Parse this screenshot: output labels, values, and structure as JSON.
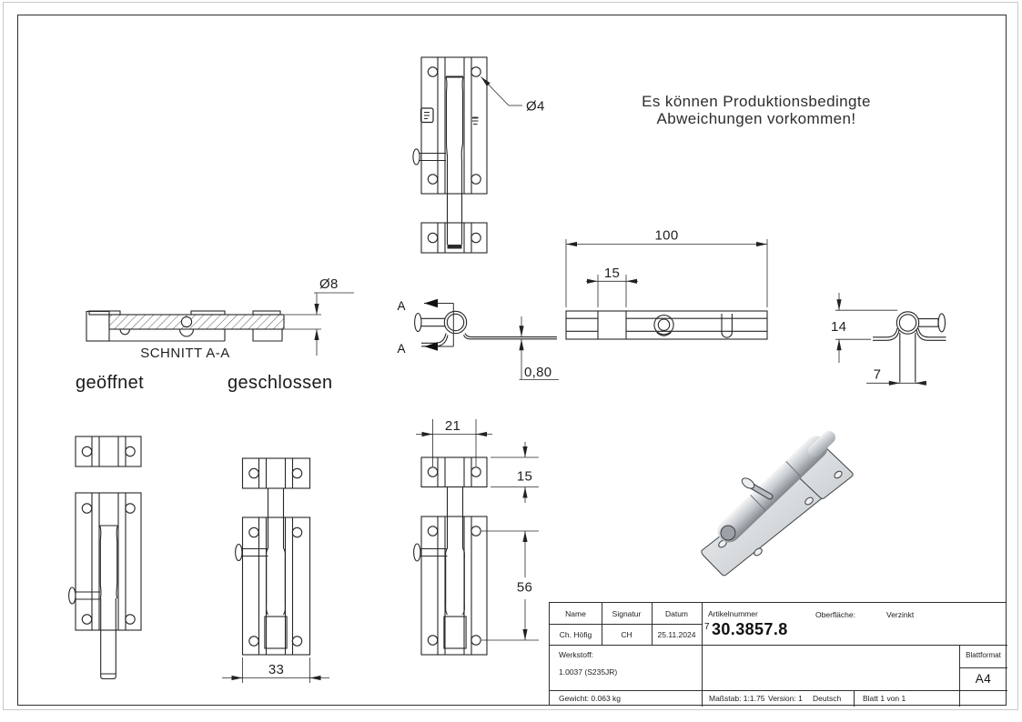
{
  "note": {
    "line1": "Es können Produktionsbedingte",
    "line2": "Abweichungen vorkommen!"
  },
  "labels": {
    "schnitt": "SCHNITT A-A",
    "section_arrow": "A",
    "open": "geöffnet",
    "closed": "geschlossen"
  },
  "dims": {
    "dia4": "Ø4",
    "dia8": "Ø8",
    "len100": "100",
    "neck15": "15",
    "h14": "14",
    "w7": "7",
    "t080": "0,80",
    "s21": "21",
    "k15": "15",
    "v56": "56",
    "w33": "33"
  },
  "titleblock": {
    "col_name": "Name",
    "col_signatur": "Signatur",
    "col_datum": "Datum",
    "name": "Ch. Höfig",
    "signatur": "CH",
    "datum": "25.11.2024",
    "artikelnummer_label": "Artikelnummer",
    "artikelnummer_prefix": "7",
    "artikelnummer": "30.3857.8",
    "oberflaeche_label": "Oberfläche:",
    "oberflaeche_value": "Verzinkt",
    "werkstoff_label": "Werkstoff:",
    "werkstoff_value": "1.0037 (S235JR)",
    "blattformat_label": "Blattformat",
    "blattformat_value": "A4",
    "gewicht": "Gewicht: 0.063 kg",
    "massstab": "Maßstab: 1:1.75",
    "version": "Version: 1",
    "sprache": "Deutsch",
    "blatt": "Blatt 1 von 1"
  },
  "colors": {
    "line": "#262626",
    "dim_line": "#2b2b2b",
    "metal_light": "#f2f3f4",
    "metal_mid": "#c6cbcf",
    "metal_dark": "#83898e"
  }
}
